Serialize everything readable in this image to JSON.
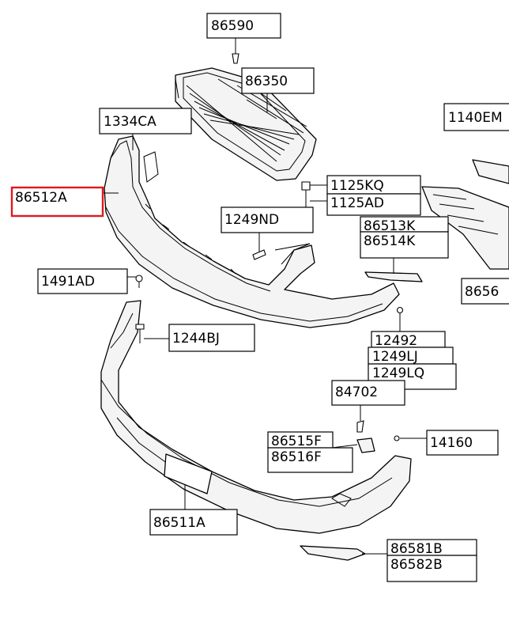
{
  "labels": {
    "l86590": "86590",
    "l86350": "86350",
    "l1334CA": "1334CA",
    "l1140EM": "1140EM",
    "l86512A": "86512A",
    "l1125KQ": "1125KQ",
    "l1125AD": "1125AD",
    "l1249ND": "1249ND",
    "l86513K": "86513K",
    "l86514K": "86514K",
    "l1491AD": "1491AD",
    "l8656": "8656",
    "l1244BJ": "1244BJ",
    "l12492": "12492",
    "l1249LJ": "1249LJ",
    "l1249LQ": "1249LQ",
    "l84702": "84702",
    "l86515F": "86515F",
    "l86516F": "86516F",
    "l14160": "14160",
    "l86511A": "86511A",
    "l86581B": "86581B",
    "l86582B": "86582B"
  },
  "highlight": {
    "color": "#e0191e",
    "part": "86512A"
  }
}
